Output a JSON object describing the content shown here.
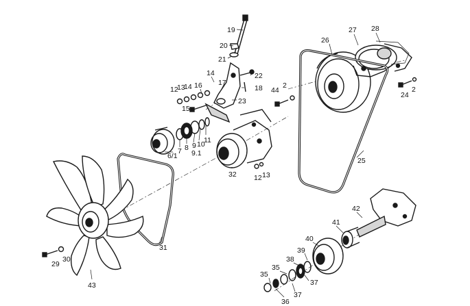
{
  "labels": {
    "l19": "19",
    "l20": "20",
    "l21": "21",
    "l22": "22",
    "l14a": "14",
    "l17a": "17",
    "l16": "16",
    "l14b": "14",
    "l13a": "13",
    "l12a": "12",
    "l18": "18",
    "l23": "23",
    "l15": "15",
    "l11": "11",
    "l10": "10",
    "l9": "9",
    "l91": "9.1",
    "l8": "8",
    "l7": "7",
    "l61": "6/1",
    "l32": "32",
    "l12b": "12",
    "l13b": "13",
    "l26": "26",
    "l27": "27",
    "l28": "28",
    "l44": "44",
    "l2a": "2",
    "l24": "24",
    "l2b": "2",
    "l25": "25",
    "l31": "31",
    "l29": "29",
    "l30": "30",
    "l43": "43",
    "l42": "42",
    "l41": "41",
    "l40": "40",
    "l39": "39",
    "l38": "38",
    "l35a": "35",
    "l35b": "35",
    "l36": "36",
    "l37a": "37",
    "l37b": "37"
  }
}
